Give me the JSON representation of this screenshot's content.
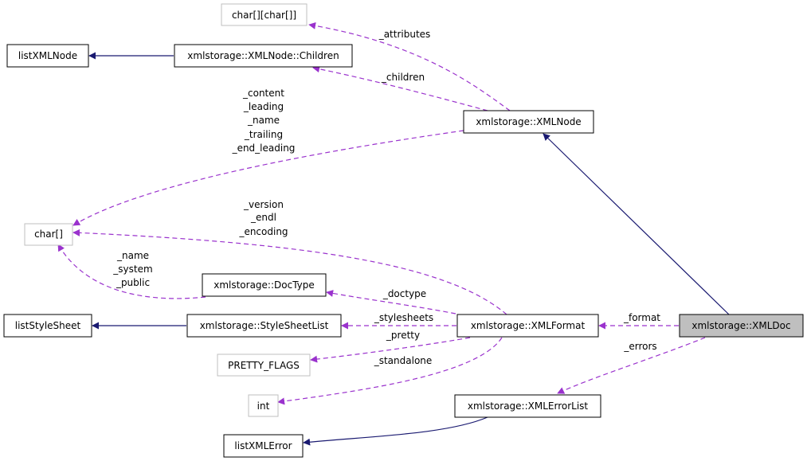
{
  "colors": {
    "inheritance_edge": "#191970",
    "usage_edge": "#9a32cd",
    "focus_node_fill": "#bfbfbf",
    "external_node_border": "#bfbfbf",
    "node_border": "#000000"
  },
  "nodes": {
    "xmldoc": "xmlstorage::XMLDoc",
    "xmlnode": "xmlstorage::XMLNode",
    "children": "xmlstorage::XMLNode::Children",
    "listxmlnode": "listXMLNode",
    "char_map": "char[][char[]]",
    "char_arr": "char[]",
    "doctype": "xmlstorage::DocType",
    "stylesheetlist": "xmlstorage::StyleSheetList",
    "liststylesheet": "listStyleSheet",
    "xmlformat": "xmlstorage::XMLFormat",
    "pretty_flags": "PRETTY_FLAGS",
    "int": "int",
    "xmlerrorlist": "xmlstorage::XMLErrorList",
    "listxmlerror": "listXMLError"
  },
  "edge_labels": {
    "attributes": "_attributes",
    "children": "_children",
    "node_members": [
      "_content",
      "_leading",
      "_name",
      "_trailing",
      "_end_leading"
    ],
    "format_members": [
      "_version",
      "_endl",
      "_encoding"
    ],
    "doctype_members": [
      "_name",
      "_system",
      "_public"
    ],
    "doctype": "_doctype",
    "stylesheets": "_stylesheets",
    "pretty": "_pretty",
    "standalone": "_standalone",
    "format": "_format",
    "errors": "_errors"
  }
}
